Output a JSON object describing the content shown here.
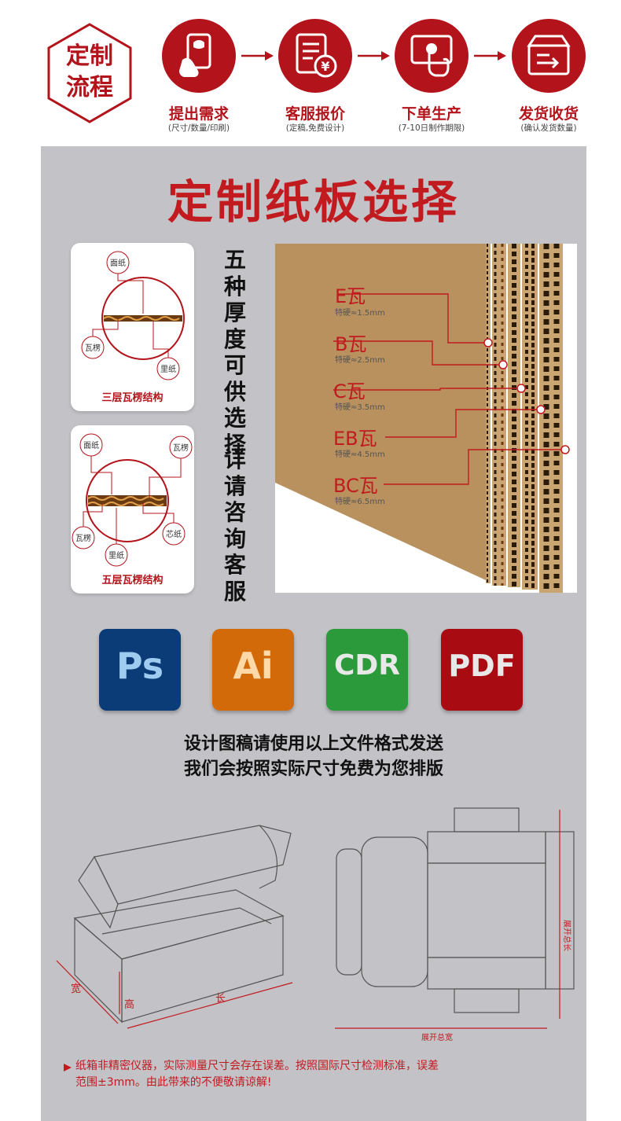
{
  "process": {
    "badge_line1": "定制",
    "badge_line2": "流程",
    "steps": [
      {
        "title": "提出需求",
        "sub": "(尺寸/数量/印刷)",
        "icon": "phone-hand-icon"
      },
      {
        "title": "客服报价",
        "sub": "(定稿,免费设计)",
        "icon": "invoice-yen-icon"
      },
      {
        "title": "下单生产",
        "sub": "(7-10日制作期限)",
        "icon": "touch-phone-icon"
      },
      {
        "title": "发货收货",
        "sub": "(确认发货数量)",
        "icon": "shipping-box-icon"
      }
    ]
  },
  "board": {
    "title": "定制纸板选择",
    "three_layer": {
      "title": "三层瓦楞结构",
      "labels": [
        "面纸",
        "瓦楞",
        "里纸"
      ]
    },
    "five_layer": {
      "title": "五层瓦楞结构",
      "labels": [
        "面纸",
        "瓦楞",
        "瓦楞",
        "里纸",
        "芯纸"
      ]
    },
    "vertical_1": "五种厚度可供选择",
    "vertical_2": "详请咨询客服",
    "flutes": [
      {
        "name": "E瓦",
        "spec": "特硬≈1.5mm"
      },
      {
        "name": "B瓦",
        "spec": "特硬≈2.5mm"
      },
      {
        "name": "C瓦",
        "spec": "特硬≈3.5mm"
      },
      {
        "name": "EB瓦",
        "spec": "特硬≈4.5mm"
      },
      {
        "name": "BC瓦",
        "spec": "特硬≈6.5mm"
      }
    ]
  },
  "software": {
    "items": [
      {
        "label": "Ps",
        "color": "#0b3c78"
      },
      {
        "label": "Ai",
        "color": "#d36a0a"
      },
      {
        "label": "CDR",
        "color": "#2a9a3a"
      },
      {
        "label": "PDF",
        "color": "#a80c12"
      }
    ],
    "line1": "设计图稿请使用以上文件格式发送",
    "line2": "我们会按照实际尺寸免费为您排版"
  },
  "dimensions": {
    "width": "宽",
    "height": "高",
    "length": "长",
    "unfold_length": "展开总长",
    "unfold_width": "展开总宽"
  },
  "footer": {
    "line1": "纸箱非精密仪器，实际测量尺寸会存在误差。按照国际尺寸检测标准，误差",
    "line2": "范围±3mm。由此带来的不便敬请谅解!"
  },
  "colors": {
    "brand_red": "#b3141b",
    "panel_gray": "#c2c2c7",
    "kraft": "#b8915e"
  }
}
